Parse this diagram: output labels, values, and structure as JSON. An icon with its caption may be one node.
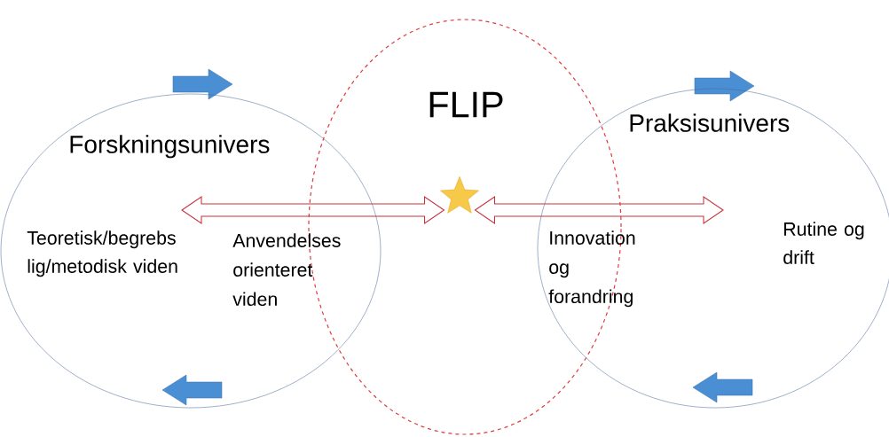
{
  "diagram": {
    "nodes": [
      {
        "text": [
          "Forskningsunivers",
          "Teoretisk/begrebs lig/metodisk viden"
        ]
      },
      {
        "text": [
          "FLIP"
        ]
      },
      {
        "text": [
          "Praksisunivers",
          "Rutine og drift"
        ]
      },
      {
        "text": [],
        "shape": "star",
        "in": 1
      }
    ],
    "edges": [
      {
        "from": null,
        "to": 3,
        "arrow": "both"
      },
      {
        "from": 3,
        "to": null,
        "arrow": "both"
      }
    ],
    "labels": [
      "Anvendelses orienteret viden",
      "Innovation og forandring"
    ]
  }
}
